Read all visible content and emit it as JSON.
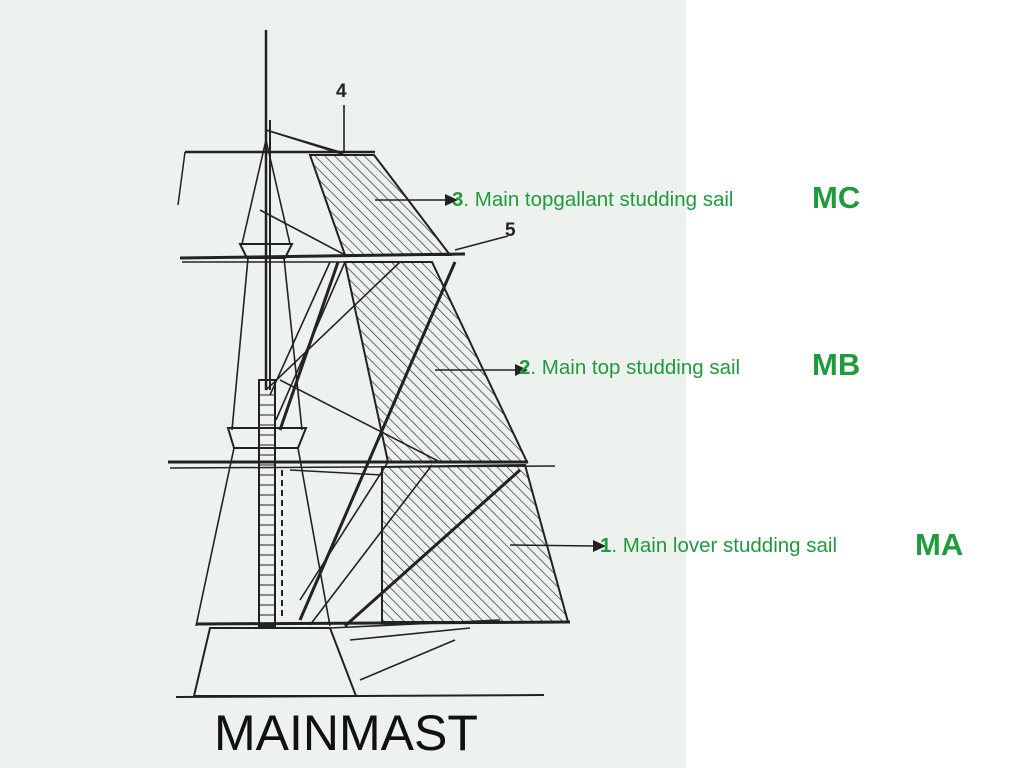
{
  "title": "MAINMAST",
  "callouts": [
    {
      "number": "4"
    },
    {
      "number": "5"
    }
  ],
  "sails": [
    {
      "number": "3",
      "label": ". Main topgallant studding sail",
      "code": "MC"
    },
    {
      "number": "2",
      "label": ". Main top studding sail",
      "code": "MB"
    },
    {
      "number": "1",
      "label": ". Main lover studding sail",
      "code": "MA"
    }
  ],
  "colors": {
    "label_green": "#1f9a3c",
    "line_drawing": "#222222",
    "paper": "#eef2ee"
  }
}
